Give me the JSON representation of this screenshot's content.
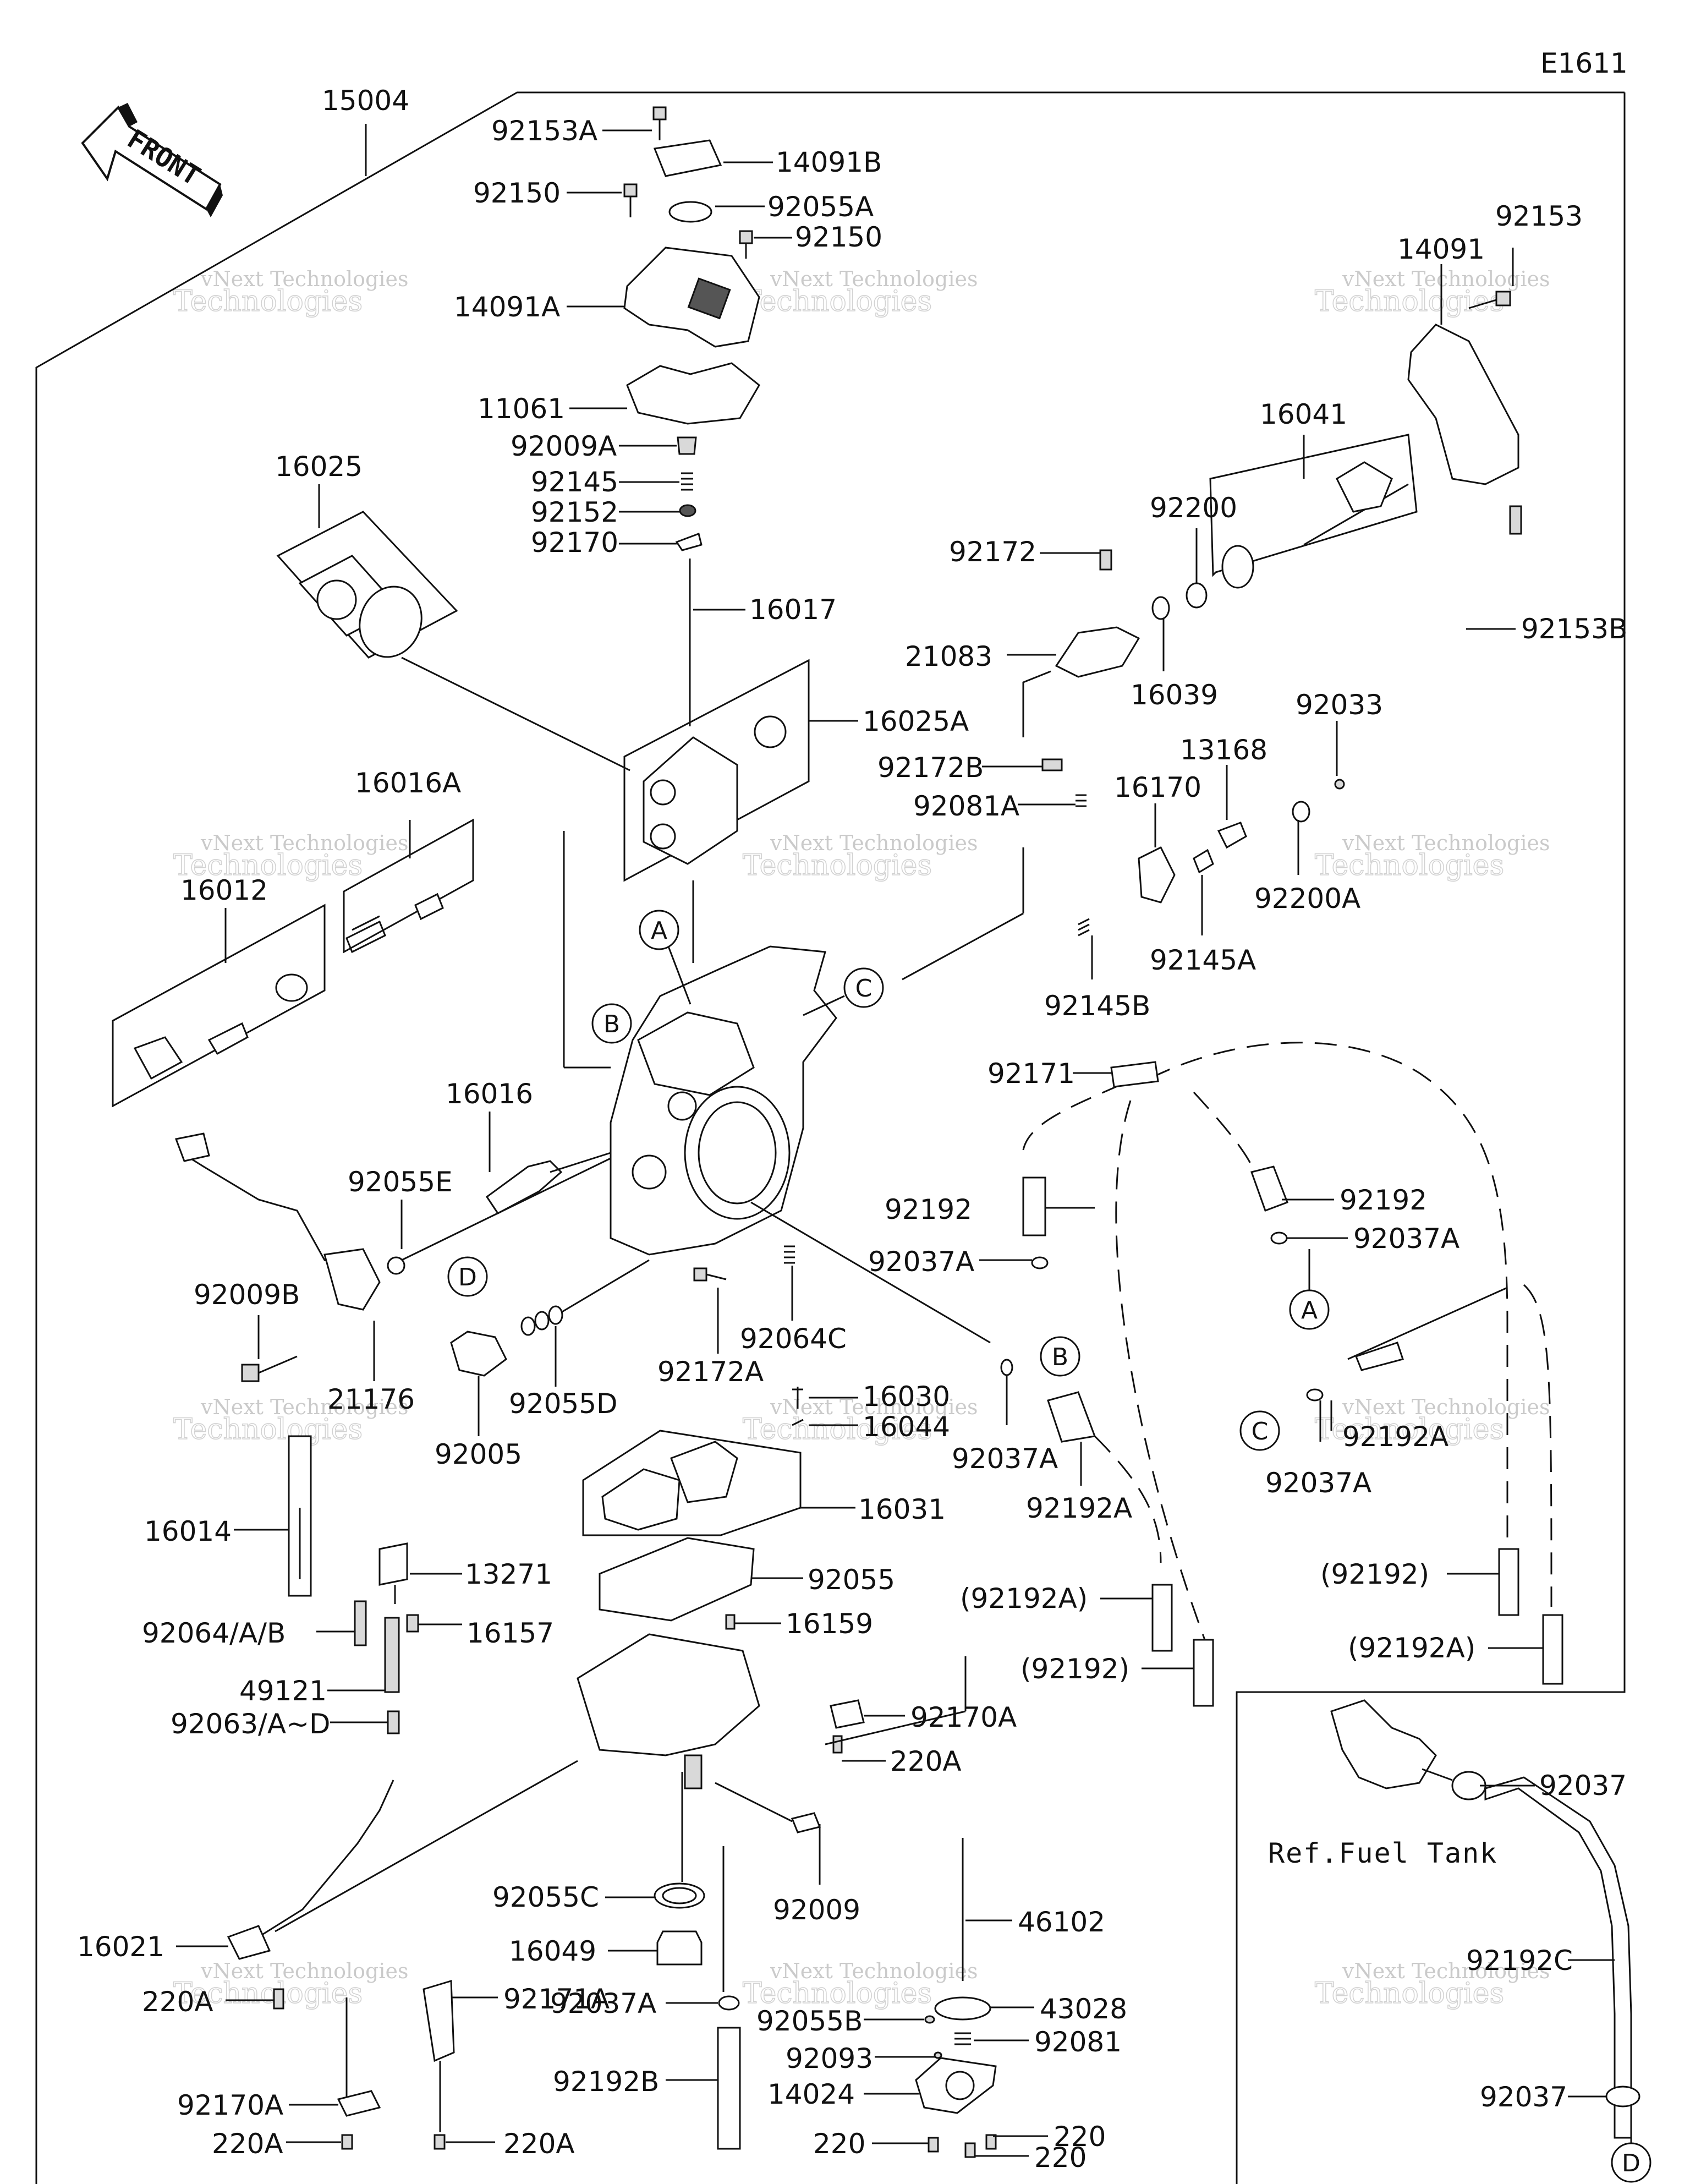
{
  "diagram_code": "E1611",
  "front_label": "FRONT",
  "ref_note": "Ref.Fuel Tank",
  "watermark": {
    "small": "vNext Technologies",
    "large": "Technologies",
    "top": "vNext"
  },
  "connectors": {
    "A": "A",
    "B": "B",
    "C": "C",
    "D": "D"
  },
  "part_labels": [
    "15004",
    "92153A",
    "14091B",
    "92150",
    "92055A",
    "92150",
    "14091A",
    "11061",
    "92009A",
    "92145",
    "92152",
    "92170",
    "16025",
    "16017",
    "16025A",
    "16016A",
    "16012",
    "16016",
    "92055E",
    "92009B",
    "21176",
    "92005",
    "92055D",
    "92172A",
    "92064C",
    "16030",
    "16044",
    "16031",
    "16014",
    "13271",
    "92064/A/B",
    "16157",
    "49121",
    "92063/A~D",
    "92055",
    "16159",
    "92170A",
    "220A",
    "16021",
    "220A",
    "92055C",
    "92009",
    "16049",
    "92171A",
    "92037A",
    "92192B",
    "92170A",
    "220A",
    "220A",
    "46102",
    "43028",
    "92055B",
    "92081",
    "92093",
    "14024",
    "220",
    "220",
    "220",
    "14091",
    "92153",
    "16041",
    "92200",
    "92172",
    "21083",
    "16039",
    "92153B",
    "92033",
    "13168",
    "92172B",
    "16170",
    "92081A",
    "92200A",
    "92145A",
    "92145B",
    "92171",
    "92192",
    "92192",
    "92037A",
    "92037A",
    "92037A",
    "92192A",
    "92192A",
    "(92192A)",
    "(92192)",
    "(92192)",
    "(92192A)",
    "92037A",
    "92037",
    "92192C",
    "92037"
  ]
}
